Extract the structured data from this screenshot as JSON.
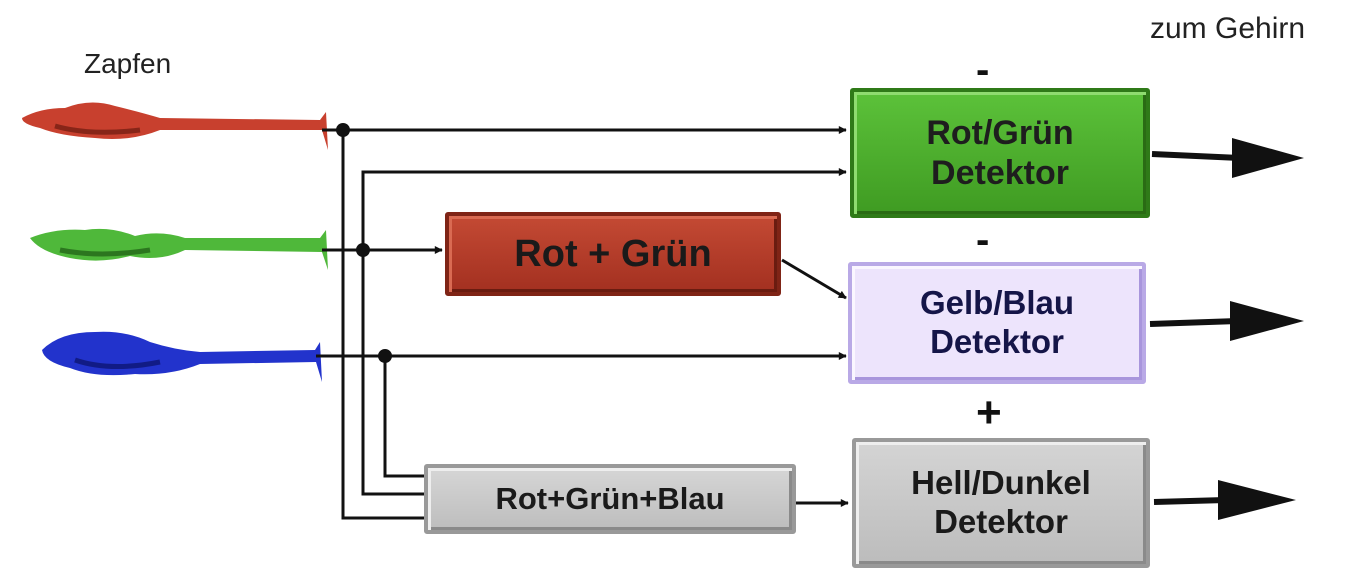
{
  "labels": {
    "cones": "Zapfen",
    "to_brain": "zum Gehirn"
  },
  "boxes": {
    "red_green_detector": {
      "line1": "Rot/Grün",
      "line2": "Detektor"
    },
    "red_plus_green": {
      "line1": "Rot + Grün"
    },
    "yellow_blue_detector": {
      "line1": "Gelb/Blau",
      "line2": "Detektor"
    },
    "rgb_sum": {
      "line1": "Rot+Grün+Blau"
    },
    "light_dark_detector": {
      "line1": "Hell/Dunkel",
      "line2": "Detektor"
    }
  },
  "signs": {
    "red_green_input": "-",
    "yellow_blue_input": "-",
    "light_dark_input": "+"
  },
  "colors": {
    "red_cone": "#c8402e",
    "green_cone": "#4fb83a",
    "blue_cone": "#2233cc",
    "red_green_box": "#4cad2c",
    "red_plus_green_box": "#b83a28",
    "yellow_blue_box": "#ece2fb",
    "grey_box": "#cbcbcb"
  }
}
